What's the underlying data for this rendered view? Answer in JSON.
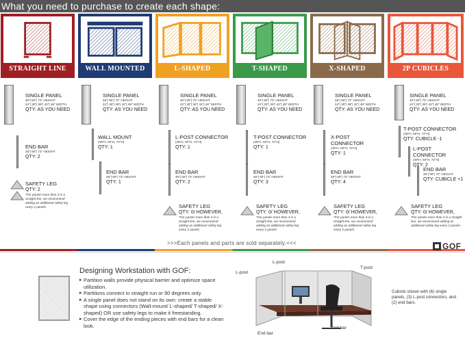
{
  "page_title": "What you need to purchase to create each shape:",
  "columns": [
    {
      "id": "straight",
      "label": "STRAIGHT LINE",
      "color": "#9f1e24",
      "items": [
        {
          "title": "SINGLE PANEL",
          "dims": "48\"| 60\"| 72\" HEIGHT",
          "dims2": "24\"| 30\"| 36\"| 42\"| 48\" WIDTH",
          "qty": "QTY: AS YOU NEED"
        },
        {
          "title": "END BAR",
          "dims": "48\"| 60\"| 72\" HEIGHT",
          "qty": "QTY: 2"
        },
        {
          "title": "SAFETY LEG",
          "qty": "QTY: 2",
          "note": "*For panels more than 3 in a straight line, we recommend adding an additional safety leg every 2 panels."
        }
      ]
    },
    {
      "id": "wall",
      "label": "WALL MOUNTED",
      "color": "#1f3b73",
      "items": [
        {
          "title": "SINGLE PANEL",
          "dims": "48\"| 60\"| 72\" HEIGHT",
          "dims2": "24\"| 30\"| 36\"| 42\"| 48\" WIDTH",
          "qty": "QTY: AS YOU NEED"
        },
        {
          "title": "WALL MOUNT",
          "dims": "(48\"H, 60\"H, 72\"H)",
          "qty": "QTY: 1"
        },
        {
          "title": "END BAR",
          "dims": "48\"| 60\"| 72\" HEIGHT",
          "qty": "QTY: 1"
        }
      ]
    },
    {
      "id": "lshaped",
      "label": "L-SHAPED",
      "color": "#f0a122",
      "items": [
        {
          "title": "SINGLE PANEL",
          "dims": "48\"| 60\"| 72\" HEIGHT",
          "dims2": "24\"| 30\"| 36\"| 42\"| 48\" WIDTH",
          "qty": "QTY: AS YOU NEED"
        },
        {
          "title": "L-POST CONNECTOR",
          "dims": "(48\"H, 60\"H, 72\"H)",
          "qty": "QTY: 1"
        },
        {
          "title": "END BAR",
          "dims": "48\"| 60\"| 72\" HEIGHT",
          "qty": "QTY: 2"
        },
        {
          "title": "SAFETY LEG",
          "qty": "QTY: 0/ however,",
          "note": "*For panels more than 3 in a straight line, we recommend adding an additional safety leg every 2 panels."
        }
      ]
    },
    {
      "id": "tshaped",
      "label": "T-SHAPED",
      "color": "#3a9a4a",
      "items": [
        {
          "title": "SINGLE PANEL",
          "dims": "48\"| 60\"| 72\" HEIGHT",
          "dims2": "24\"| 30\"| 36\"| 42\"| 48\" WIDTH",
          "qty": "QTY: AS YOU NEED"
        },
        {
          "title": "T-POST CONNECTOR",
          "dims": "(48\"H, 60\"H, 72\"H)",
          "qty": "QTY: 1"
        },
        {
          "title": "END BAR",
          "dims": "48\"| 60\"| 72\" HEIGHT",
          "qty": "QTY: 3"
        },
        {
          "title": "SAFETY LEG",
          "qty": "QTY: 0/ however,",
          "note": "*For panels more than 3 in a straight line, we recommend adding an additional safety leg every 2 panels."
        }
      ]
    },
    {
      "id": "xshaped",
      "label": "X-SHAPED",
      "color": "#8b6a4a",
      "items": [
        {
          "title": "SINGLE PANEL",
          "dims": "48\"| 60\"| 72\" HEIGHT",
          "dims2": "24\"| 30\"| 36\"| 42\"| 48\" WIDTH",
          "qty": "QTY: AS YOU NEED"
        },
        {
          "title": "X-POST CONNECTOR",
          "dims": "(48\"H, 60\"H, 72\"H)",
          "qty": "QTY: 1"
        },
        {
          "title": "END BAR",
          "dims": "48\"| 60\"| 72\" HEIGHT",
          "qty": "QTY: 4"
        },
        {
          "title": "SAFETY LEG",
          "qty": "QTY: 0/ however,",
          "note": "*For panels more than 3 in a straight line, we recommend adding an additional safety leg every 2 panels."
        }
      ]
    },
    {
      "id": "cubicle",
      "label": "2P CUBICLES",
      "color": "#e8573a",
      "items": [
        {
          "title": "SINGLE PANEL",
          "dims": "48\"| 60\"| 72\" HEIGHT",
          "dims2": "24\"| 30\"| 36\"| 42\"| 48\" WIDTH",
          "qty": "QTY: AS YOU NEED"
        },
        {
          "title": "T-POST CONNECTOR",
          "dims": "(48\"H, 60\"H, 72\"H)",
          "qty": "QTY: Cubicle -1"
        },
        {
          "title": "L-POST CONNECTOR",
          "dims": "(48\"H, 60\"H, 72\"H)",
          "qty": "QTY: 2"
        },
        {
          "title": "END BAR",
          "dims": "48\"| 60\"| 72\" HEIGHT",
          "qty": "QTY: Cubicle +1"
        },
        {
          "title": "SAFETY LEG",
          "qty": "QTY: 0/ however,",
          "note": "*For panels more than 3 in a straight line, we recommend adding an additional safety leg every 2 panels."
        }
      ]
    }
  ],
  "separate_notice": ">>>Each panels and parts are sold separately.<<<",
  "logo": "GOF",
  "designing": {
    "title": "Designing Workstation with GOF:",
    "bullets": [
      "Partition walls provide physical barrier and optimize space utilization.",
      "Partitions connect in straight run or 90 degrees only.",
      "A single panel does not stand on its own: create a stable shape using connectors (Wall-mount/ L-shaped/ T-shaped/ X-shaped) OR use safety legs to make it freestanding.",
      "Cover the edge of the ending pieces with end bars for a clean look."
    ]
  },
  "cubicle_photo": {
    "callouts": {
      "lpost_top": "L-post",
      "lpost_left": "L-post",
      "tpost": "T-post",
      "endbar_left": "End bar",
      "endbar_right": "End bar"
    },
    "caption": "Cubicle shown with (6) single panels, (3) L-post connectors, and (2) end bars."
  }
}
